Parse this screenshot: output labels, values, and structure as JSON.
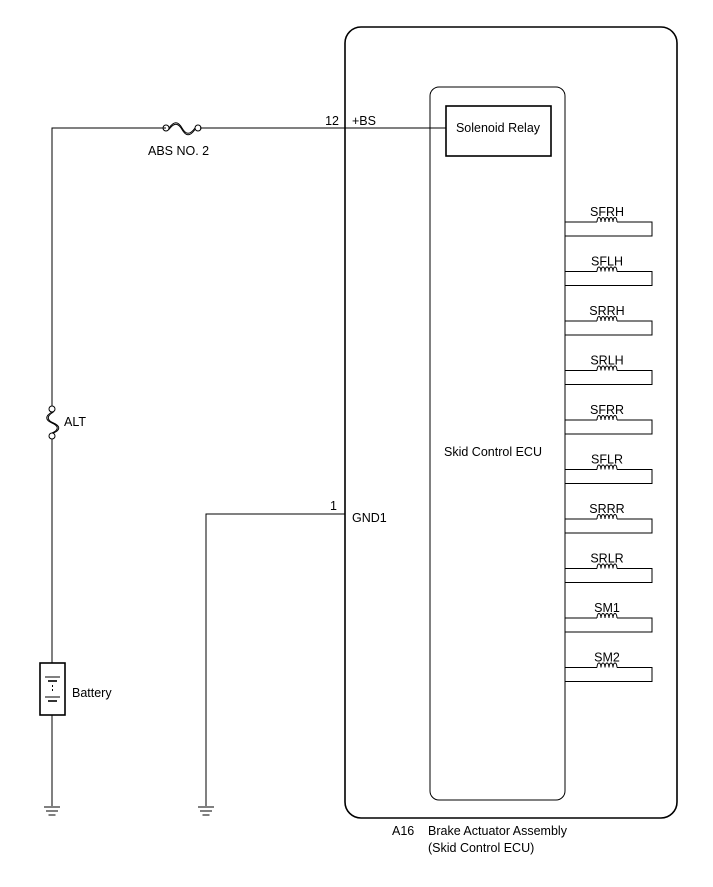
{
  "diagram": {
    "fuse_abs": "ABS NO. 2",
    "fuse_alt": "ALT",
    "battery": "Battery",
    "pin_bs_number": "12",
    "pin_bs_name": "+BS",
    "pin_gnd_number": "1",
    "pin_gnd_name": "GND1",
    "solenoid_relay": "Solenoid Relay",
    "ecu": "Skid Control ECU",
    "solenoids": [
      "SFRH",
      "SFLH",
      "SRRH",
      "SRLH",
      "SFRR",
      "SFLR",
      "SRRR",
      "SRLR",
      "SM1",
      "SM2"
    ],
    "connector_code": "A16",
    "assembly_name_line1": "Brake Actuator Assembly",
    "assembly_name_line2": "(Skid Control ECU)"
  }
}
